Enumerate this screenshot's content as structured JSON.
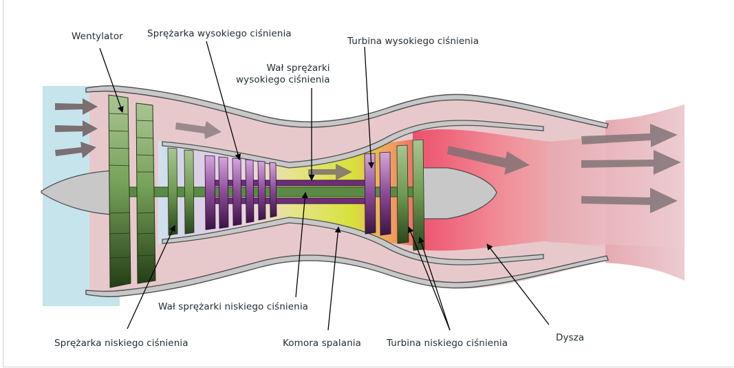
{
  "diagram": {
    "labels": {
      "fan": "Wentylator",
      "hp_compressor": "Sprężarka wysokiego ciśnienia",
      "hp_shaft": "Wał sprężarki\nwysokiego ciśnienia",
      "hp_turbine": "Turbina wysokiego ciśnienia",
      "lp_shaft": "Wał sprężarki niskiego ciśnienia",
      "lp_compressor": "Sprężarka niskiego ciśnienia",
      "combustor": "Komora spalania",
      "lp_turbine": "Turbina niskiego ciśnienia",
      "nozzle": "Dysza"
    },
    "colors": {
      "intake_air": "#c4e4ec",
      "bypass": "#e7c8cb",
      "casing": "#c6c6c6",
      "casing_edge": "#555555",
      "exhaust": "#ee5672",
      "combustion": "#e3e55a",
      "fan_blades": "#4e7a3a",
      "hp_blades": "#7a3f86",
      "spinner": "#c8c8c8",
      "flow_arrow": "#7b6f72"
    }
  }
}
